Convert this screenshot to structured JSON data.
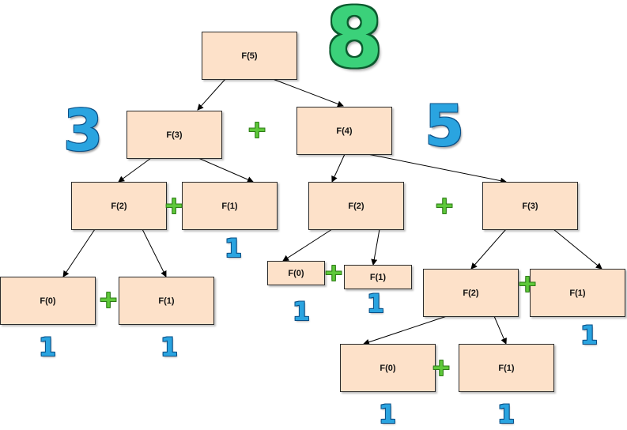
{
  "nodes": {
    "f5": "F(5)",
    "f3_left": "F(3)",
    "f4": "F(4)",
    "f2_a": "F(2)",
    "f1_a": "F(1)",
    "f0_a": "F(0)",
    "f1_b": "F(1)",
    "f2_b": "F(2)",
    "f3_right": "F(3)",
    "f0_b": "F(0)",
    "f1_c": "F(1)",
    "f2_c": "F(2)",
    "f1_d": "F(1)",
    "f0_c": "F(0)",
    "f1_e": "F(1)"
  },
  "results": {
    "total": "8",
    "left_subtree": "3",
    "right_subtree": "5",
    "one_1": "1",
    "one_2": "1",
    "one_3": "1",
    "one_4": "1",
    "one_5": "1",
    "one_6": "1",
    "one_7": "1",
    "one_8": "1"
  },
  "plus_symbol": "+",
  "colors": {
    "node_fill": "#fde1c9",
    "node_border": "#2b2b2b",
    "result_blue": "#2aa4e0",
    "total_green": "#3bd17a",
    "plus_green": "#5ec83a"
  }
}
